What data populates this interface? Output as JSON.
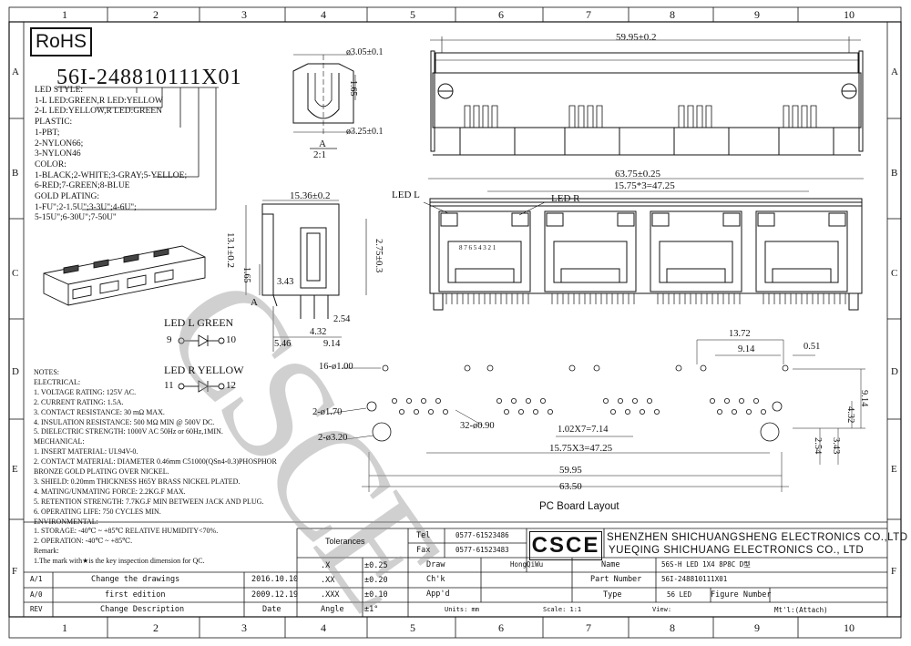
{
  "grid": {
    "cols": [
      "1",
      "2",
      "3",
      "4",
      "5",
      "6",
      "7",
      "8",
      "9",
      "10"
    ],
    "rows": [
      "A",
      "B",
      "C",
      "D",
      "E",
      "F"
    ]
  },
  "rohs": "RoHS",
  "part_code": "56I-248810111X01",
  "options": [
    "LED STYLE:",
    "1-L LED:GREEN,R LED:YELLOW",
    "2-L LED:YELLOW,R LED:GREEN",
    "PLASTIC:",
    "1-PBT;",
    "2-NYLON66;",
    "3-NYLON46",
    "COLOR:",
    "1-BLACK;2-WHITE;3-GRAY;5-YELLOE;",
    "6-RED;7-GREEN;8-BLUE",
    "GOLD PLATING:",
    "1-FU\";2-1.5U\";3-3U\";4-6U\";",
    "5-15U\";6-30U\";7-50U\""
  ],
  "detail": {
    "d1": "ø3.05±0.1",
    "d2": "ø3.25±0.1",
    "h": "1.65",
    "name": "A",
    "scale": "2:1"
  },
  "side": {
    "w": "15.36±0.2",
    "h": "13.1±0.2",
    "h2": "1.65",
    "a1": "3.43",
    "a2": "2.54",
    "a3": "4.32",
    "a4": "5.46",
    "a5": "9.14",
    "h3": "2.75±0.3",
    "A": "A"
  },
  "top_view": {
    "width": "59.95±0.2"
  },
  "front": {
    "width": "63.75±0.25",
    "pitch": "15.75*3=47.25",
    "led_l": "LED L",
    "led_r": "LED R",
    "pins": "8 7 6 5 4 3 2 1"
  },
  "leds": [
    {
      "label": "LED L  GREEN",
      "pins": [
        "9",
        "10"
      ]
    },
    {
      "label": "LED R  YELLOW",
      "pins": [
        "11",
        "12"
      ]
    }
  ],
  "pcb": {
    "title": "PC Board Layout",
    "holes_small": "16-ø1.00",
    "holes_mid": "2-ø1.70",
    "holes_big": "2-ø3.20",
    "holes_pin": "32-ø0.90",
    "d_13_72": "13.72",
    "d_9_14": "9.14",
    "d_0_51": "0.51",
    "d_7_14": "1.02X7=7.14",
    "d_47_25": "15.75X3=47.25",
    "d_59_95": "59.95",
    "d_63_50": "63.50",
    "v_9_14": "9.14",
    "v_4_32": "4.32",
    "v_2_54": "2.54",
    "v_3_43": "3.43"
  },
  "notes": [
    "NOTES:",
    "ELECTRICAL:",
    "1. VOLTAGE RATING: 125V AC.",
    "2. CURRENT RATING: 1.5A.",
    "3. CONTACT RESISTANCE: 30 mΩ MAX.",
    "4. INSULATION RESISTANCE: 500 MΩ MIN @ 500V DC.",
    "5. DIELECTRIC STRENGTH: 1000V AC 50Hz or 60Hz,1MIN.",
    "MECHANICAL:",
    "1. INSERT MATERIAL: UL94V-0.",
    "2. CONTACT MATERIAL: DIAMETER 0.46mm C51000(QSn4-0.3)PHOSPHOR",
    "   BRONZE GOLD PLATING OVER NICKEL.",
    "3. SHIELD: 0.20mm THICKNESS H65Y BRASS NICKEL PLATED.",
    "4. MATING/UNMATING FORCE: 2.2KG.F MAX.",
    "5. RETENTION STRENGTH: 7.7KG.F MIN BETWEEN JACK AND PLUG.",
    "6. OPERATING LIFE: 750 CYCLES MIN.",
    "ENVIRONMENTAL:",
    "1. STORAGE: -40℃ ~ +85℃ RELATIVE HUMIDITY<70%.",
    "2. OPERATION: -40℃ ~ +85℃.",
    "Remark:",
    "1.The mark with★is the key inspection dimension for QC."
  ],
  "title_block": {
    "tolerances": "Tolerances",
    "tel_label": "Tel",
    "tel": "0577-61523486",
    "fax_label": "Fax",
    "fax": "0577-61523483",
    "logo": "CSCE",
    "company1": "SHENZHEN SHICHUANGSHENG ELECTRONICS CO.,LTD",
    "company2": "YUEQING SHICHUANG ELECTRONICS CO., LTD",
    "tol_rows": [
      {
        "k": ".X",
        "v": "±0.25"
      },
      {
        "k": ".XX",
        "v": "±0.20"
      },
      {
        "k": ".XXX",
        "v": "±0.10"
      },
      {
        "k": "Angle",
        "v": "±1°"
      }
    ],
    "draw": "Draw",
    "drawer": "HongQiWu",
    "chk": "Ch'k",
    "appd": "App'd",
    "name_label": "Name",
    "name": "56S-H LED 1X4 8P8C D型",
    "partno_label": "Part Number",
    "partno": "56I-248810111X01",
    "type_label": "Type",
    "type": "56 LED",
    "figure_label": "Figure Number",
    "units": "Units: mm",
    "scale": "Scale: 1:1",
    "view": "View:",
    "mt": "Mt'l:(Attach)",
    "revisions": [
      {
        "rev": "A/1",
        "desc": "Change the drawings",
        "date": "2016.10.10"
      },
      {
        "rev": "A/0",
        "desc": "first edition",
        "date": "2009.12.19"
      },
      {
        "rev": "REV",
        "desc": "Change Description",
        "date": "Date"
      }
    ]
  },
  "watermark": "CSCE"
}
